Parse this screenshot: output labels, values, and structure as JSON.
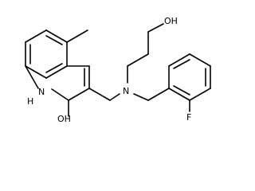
{
  "molecule": {
    "atoms": {
      "hydroxyl_terminal": "OH",
      "amine_nitrogen": "N",
      "fluorine": "F",
      "ring_nitrogen": "N",
      "ring_nh_hydrogen": "H",
      "ring_hydroxyl": "OH"
    }
  }
}
